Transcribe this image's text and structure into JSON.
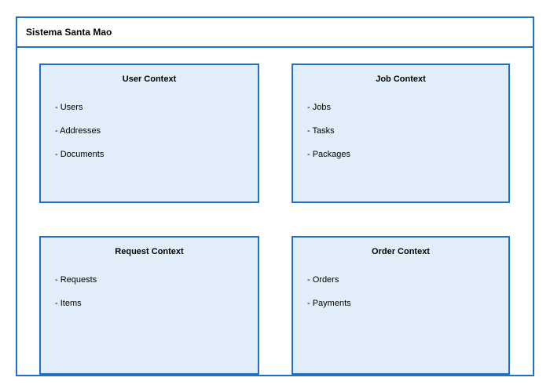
{
  "diagram": {
    "title": "Sistema Santa Mao",
    "colors": {
      "border": "#1a73c8",
      "box_fill": "#e1eefa",
      "text": "#000000",
      "background": "#ffffff"
    },
    "boxes": [
      {
        "id": "user-context",
        "title": "User Context",
        "items": [
          "- Users",
          "- Addresses",
          "- Documents"
        ]
      },
      {
        "id": "job-context",
        "title": "Job Context",
        "items": [
          "- Jobs",
          "- Tasks",
          "- Packages"
        ]
      },
      {
        "id": "request-context",
        "title": "Request Context",
        "items": [
          "- Requests",
          "- Items"
        ]
      },
      {
        "id": "order-context",
        "title": "Order Context",
        "items": [
          "- Orders",
          "- Payments"
        ]
      }
    ]
  }
}
